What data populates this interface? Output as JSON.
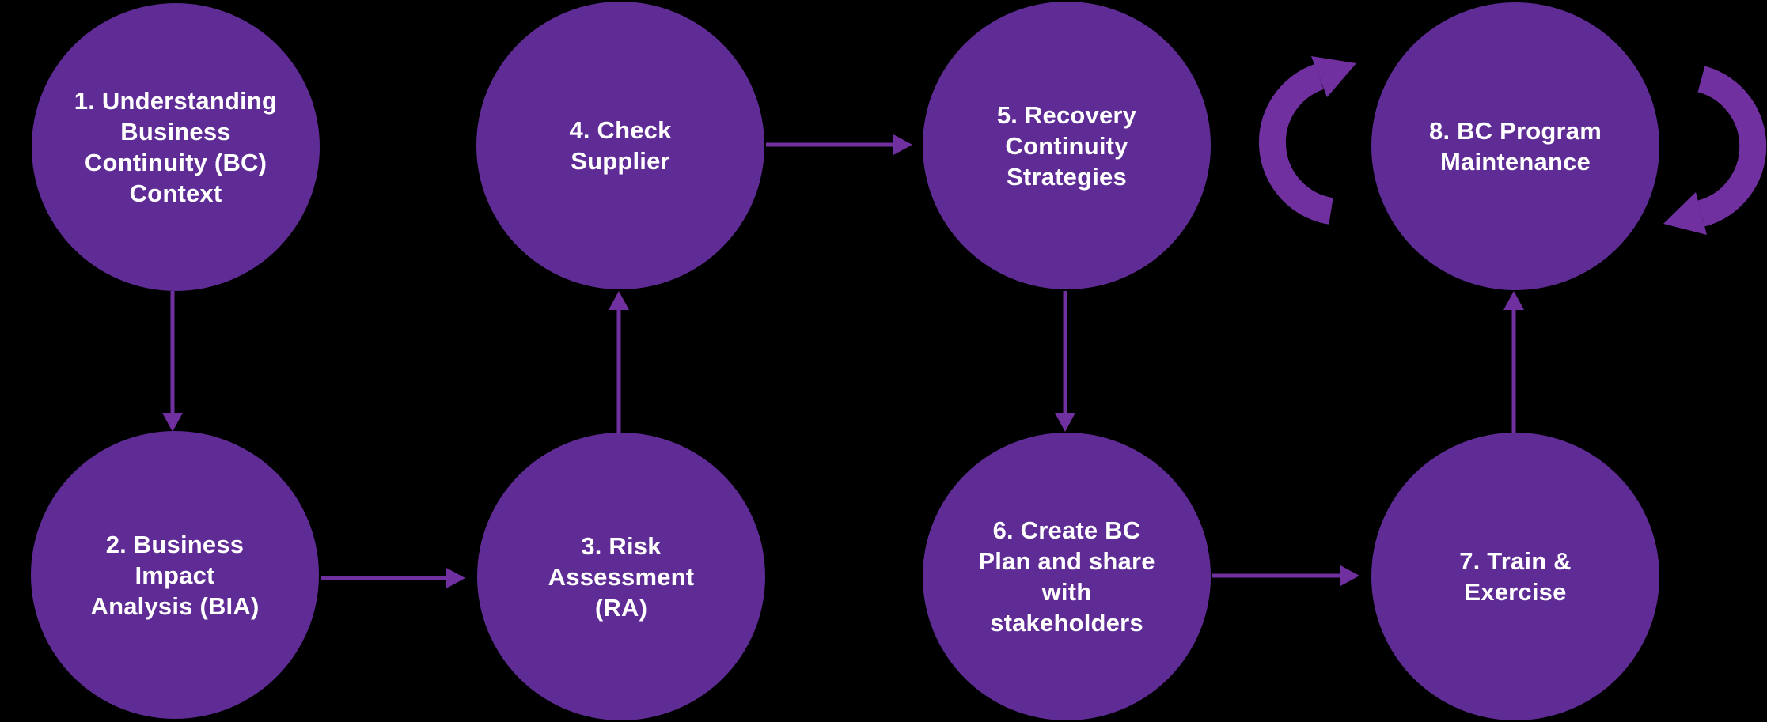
{
  "diagram": {
    "description": "Business Continuity lifecycle process diagram with eight numbered circular steps",
    "background_color": "#000000",
    "node_fill_color": "#5F2C96",
    "connector_color": "#7030A0",
    "text_color": "#FFFFFF"
  },
  "steps": [
    {
      "id": "1",
      "label": "1. Understanding\nBusiness\nContinuity (BC)\nContext"
    },
    {
      "id": "2",
      "label": "2. Business\nImpact\nAnalysis (BIA)"
    },
    {
      "id": "3",
      "label": "3. Risk\nAssessment\n(RA)"
    },
    {
      "id": "4",
      "label": "4. Check\nSupplier"
    },
    {
      "id": "5",
      "label": "5. Recovery\nContinuity\nStrategies"
    },
    {
      "id": "6",
      "label": "6. Create BC\nPlan and share\nwith\nstakeholders"
    },
    {
      "id": "7",
      "label": "7. Train &\nExercise"
    },
    {
      "id": "8",
      "label": "8. BC Program\nMaintenance"
    }
  ],
  "connections": [
    {
      "from": "1",
      "to": "2",
      "direction": "down"
    },
    {
      "from": "2",
      "to": "3",
      "direction": "right"
    },
    {
      "from": "3",
      "to": "4",
      "direction": "up"
    },
    {
      "from": "4",
      "to": "5",
      "direction": "right"
    },
    {
      "from": "5",
      "to": "6",
      "direction": "down"
    },
    {
      "from": "6",
      "to": "7",
      "direction": "right"
    },
    {
      "from": "7",
      "to": "8",
      "direction": "up"
    },
    {
      "from": "8",
      "to": "8",
      "direction": "cycle-left"
    },
    {
      "from": "8",
      "to": "8",
      "direction": "cycle-right"
    }
  ]
}
